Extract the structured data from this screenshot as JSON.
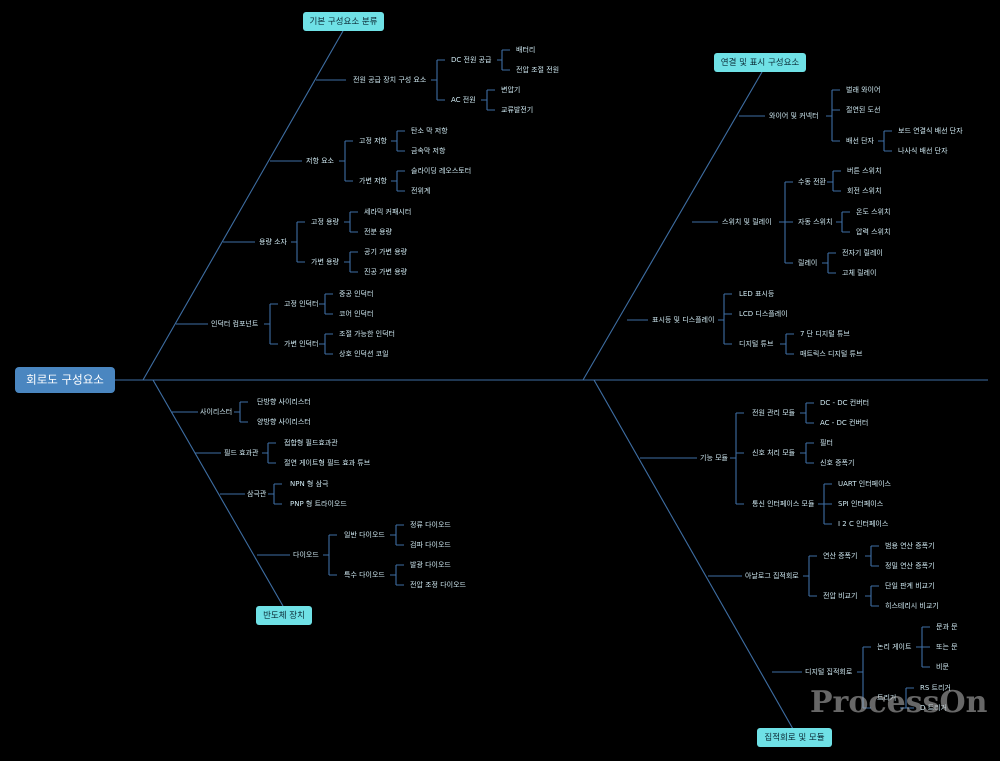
{
  "root": "회로도 구성요소",
  "watermark": "ProcessOn",
  "categories": {
    "basic": "기본 구성요소 분류",
    "connect": "연결 및 표시 구성요소",
    "semi": "반도체 장치",
    "ic": "집적회로 및 모듈"
  },
  "basic": {
    "power": "전원 공급 장치 구성 요소",
    "dc": "DC 전원 공급",
    "battery": "배터리",
    "regulated": "전압 조절 전원",
    "ac": "AC 전원",
    "transformer": "변압기",
    "generator": "교류발전기",
    "resistor": "저항 요소",
    "fixed_res": "고정 저항",
    "carbon": "탄소 막 저항",
    "metal": "금속막 저항",
    "var_res": "가변 저항",
    "slide": "슬라이딩 레오스토터",
    "pot": "전위계",
    "cap": "용량 소자",
    "fixed_cap": "고정 용량",
    "ceramic": "세라믹 커패시터",
    "electro": "전분 용량",
    "var_cap": "가변 용량",
    "air": "공기 가변 용량",
    "vacuum": "진공 가변 용량",
    "inductor": "인덕터 컴포넌트",
    "fixed_ind": "고정 인덕터",
    "hollow": "중공 인덕터",
    "core": "코어 인덕터",
    "var_ind": "가변 인덕터",
    "adjustable": "조절 가능한 인덕터",
    "mutual": "상호 인덕션 코일"
  },
  "connect": {
    "wire": "와이어 및 커넥터",
    "bare": "벌래 와이어",
    "insulated": "절연된 도선",
    "terminal": "배선 단자",
    "board": "보드 연결식 배선 단자",
    "screw": "나사식 배선 단자",
    "switch": "스위치 및 릴레이",
    "manual": "수동 전환",
    "button": "버튼 스위치",
    "rotary": "회전 스위치",
    "auto": "자동 스위치",
    "temp": "온도 스위치",
    "pressure": "압력 스위치",
    "relay": "릴레이",
    "em_relay": "전자기 릴레이",
    "ss_relay": "고체 릴레이",
    "display": "표시등 및 디스플레이",
    "led": "LED 표시등",
    "lcd": "LCD 디스플레이",
    "tube": "디지털 튜브",
    "seg7": "7 단 디지털 튜브",
    "matrix": "매트릭스 디지털 튜브"
  },
  "semi": {
    "scr": "사이리스터",
    "uni": "단방향 사이리스터",
    "bi": "양방향 사이리스터",
    "fet": "필드 효과관",
    "jfet": "접합형 필드효과관",
    "mosfet": "절연 게이트형 필드 효과 튜브",
    "bjt": "삼극관",
    "npn": "NPN 형 삼극",
    "pnp": "PNP 형 트라이오드",
    "diode": "다이오드",
    "normal": "일반 다이오드",
    "rect": "정류 다이오드",
    "detect": "검파 다이오드",
    "special": "특수 다이오드",
    "led": "발광 다이오드",
    "zener": "전압 조정 다이오드"
  },
  "ic": {
    "module": "기능 모듈",
    "pm": "전원 관리 모듈",
    "dcdc": "DC - DC 컨버터",
    "acdc": "AC - DC 컨버터",
    "sp": "신호 처리 모듈",
    "filter": "필터",
    "amp": "신호 증폭기",
    "comm": "통신 인터페이스 모듈",
    "uart": "UART 인터페이스",
    "spi": "SPI 인터페이스",
    "i2c": "I 2 C 인터페이스",
    "analog": "아날로그 집적회로",
    "opamp": "연산 증폭기",
    "gp": "범용 연산 증폭기",
    "prec": "정밀 연산 증폭기",
    "comp": "전압 비교기",
    "single": "단일 판계 비교기",
    "hyst": "히스테리시 비교기",
    "digital": "디지털 집적회로",
    "logic": "논리 게이트",
    "and": "문과 문",
    "or": "또는 문",
    "not": "비문",
    "ff": "트리거",
    "rs": "RS 트리거",
    "d": "D 트리거"
  }
}
